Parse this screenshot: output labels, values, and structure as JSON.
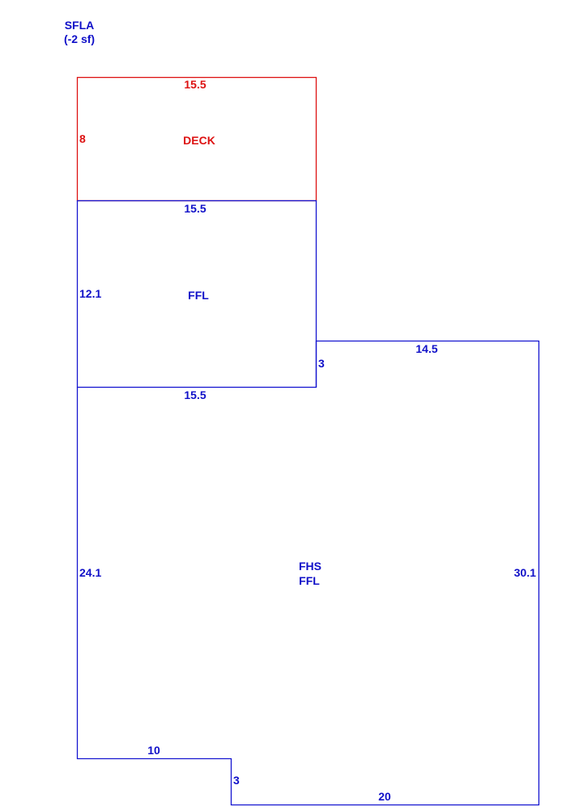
{
  "header": {
    "line1": "SFLA",
    "line2": "(-2 sf)"
  },
  "colors": {
    "living_area": "#1515d0",
    "deck": "#dd1111"
  },
  "deck": {
    "name": "DECK",
    "top": "15.5",
    "left": "8"
  },
  "ffl_upper": {
    "name": "FFL",
    "top": "15.5",
    "left": "12.1",
    "bottom": "15.5"
  },
  "main": {
    "name_line1": "FHS",
    "name_line2": "FFL",
    "step_top": "3",
    "top_right": "14.5",
    "left": "24.1",
    "right": "30.1",
    "bottom_left": "10",
    "step_bottom": "3",
    "bottom_right": "20"
  }
}
